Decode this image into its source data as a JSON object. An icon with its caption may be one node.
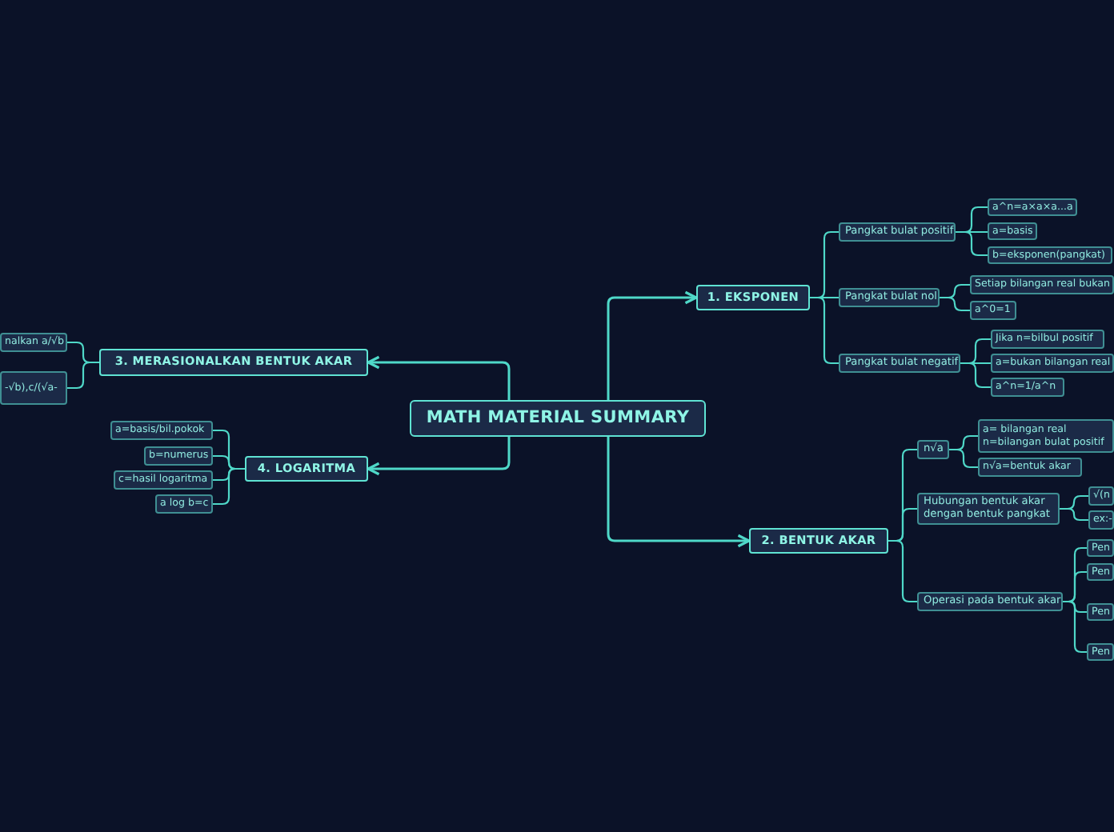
{
  "diagram": {
    "nodes": [
      {
        "text": [
          "MATH MATERIAL SUMMARY"
        ]
      },
      {
        "text": [
          "1. EKSPONEN"
        ]
      },
      {
        "text": [
          "Pangkat bulat positif"
        ]
      },
      {
        "text": [
          "a^n=a×a×a...a"
        ]
      },
      {
        "text": [
          "a=basis"
        ]
      },
      {
        "text": [
          "b=eksponen(pangkat)"
        ]
      },
      {
        "text": [
          "Pangkat bulat nol"
        ]
      },
      {
        "text": [
          "Setiap bilangan real bukan"
        ]
      },
      {
        "text": [
          "a^0=1"
        ]
      },
      {
        "text": [
          "Pangkat bulat negatif"
        ]
      },
      {
        "text": [
          "Jika n=bilbul positif"
        ]
      },
      {
        "text": [
          "a=bukan bilangan real"
        ]
      },
      {
        "text": [
          "a^n=1/a^n"
        ]
      },
      {
        "text": [
          "2. BENTUK AKAR"
        ]
      },
      {
        "text": [
          "n√a"
        ]
      },
      {
        "text": [
          "a= bilangan real n=bilangan bulat positif"
        ]
      },
      {
        "text": [
          "n√a=bentuk akar"
        ]
      },
      {
        "text": [
          "Hubungan bentuk akar dengan bentuk pangkat"
        ]
      },
      {
        "text": [
          "√(n"
        ]
      },
      {
        "text": [
          "ex:-"
        ]
      },
      {
        "text": [
          "Operasi pada bentuk akar"
        ]
      },
      {
        "text": [
          "Pen"
        ]
      },
      {
        "text": [
          "Pen"
        ]
      },
      {
        "text": [
          "Pen"
        ]
      },
      {
        "text": [
          "Pen"
        ]
      },
      {
        "text": [
          "3. MERASIONALKAN BENTUK AKAR"
        ]
      },
      {
        "text": [
          "nalkan a/√b"
        ]
      },
      {
        "text": [
          "-√b),c/(√a-"
        ]
      },
      {
        "text": [
          "4. LOGARITMA"
        ]
      },
      {
        "text": [
          "a=basis/bil.pokok"
        ]
      },
      {
        "text": [
          "b=numerus"
        ]
      },
      {
        "text": [
          "c=hasil logaritma"
        ]
      },
      {
        "text": [
          "a log b=c"
        ]
      }
    ],
    "edges": [
      {
        "from": 0,
        "to": 1,
        "arrow": "to"
      },
      {
        "from": 0,
        "to": 13,
        "arrow": "to"
      },
      {
        "from": 0,
        "to": 25,
        "arrow": "to"
      },
      {
        "from": 0,
        "to": 28,
        "arrow": "to"
      },
      {
        "from": 1,
        "to": 2,
        "arrow": "none"
      },
      {
        "from": 1,
        "to": 6,
        "arrow": "none"
      },
      {
        "from": 1,
        "to": 9,
        "arrow": "none"
      },
      {
        "from": 2,
        "to": 3,
        "arrow": "none"
      },
      {
        "from": 2,
        "to": 4,
        "arrow": "none"
      },
      {
        "from": 2,
        "to": 5,
        "arrow": "none"
      },
      {
        "from": 6,
        "to": 7,
        "arrow": "none"
      },
      {
        "from": 6,
        "to": 8,
        "arrow": "none"
      },
      {
        "from": 9,
        "to": 10,
        "arrow": "none"
      },
      {
        "from": 9,
        "to": 11,
        "arrow": "none"
      },
      {
        "from": 9,
        "to": 12,
        "arrow": "none"
      },
      {
        "from": 13,
        "to": 14,
        "arrow": "none"
      },
      {
        "from": 13,
        "to": 17,
        "arrow": "none"
      },
      {
        "from": 13,
        "to": 20,
        "arrow": "none"
      },
      {
        "from": 14,
        "to": 15,
        "arrow": "none"
      },
      {
        "from": 14,
        "to": 16,
        "arrow": "none"
      },
      {
        "from": 17,
        "to": 18,
        "arrow": "none"
      },
      {
        "from": 17,
        "to": 19,
        "arrow": "none"
      },
      {
        "from": 20,
        "to": 21,
        "arrow": "none"
      },
      {
        "from": 20,
        "to": 22,
        "arrow": "none"
      },
      {
        "from": 20,
        "to": 23,
        "arrow": "none"
      },
      {
        "from": 20,
        "to": 24,
        "arrow": "none"
      },
      {
        "from": 25,
        "to": 26,
        "arrow": "none"
      },
      {
        "from": 25,
        "to": 27,
        "arrow": "none"
      },
      {
        "from": 28,
        "to": 29,
        "arrow": "none"
      },
      {
        "from": 28,
        "to": 30,
        "arrow": "none"
      },
      {
        "from": 28,
        "to": 31,
        "arrow": "none"
      },
      {
        "from": 28,
        "to": 32,
        "arrow": "none"
      }
    ]
  }
}
